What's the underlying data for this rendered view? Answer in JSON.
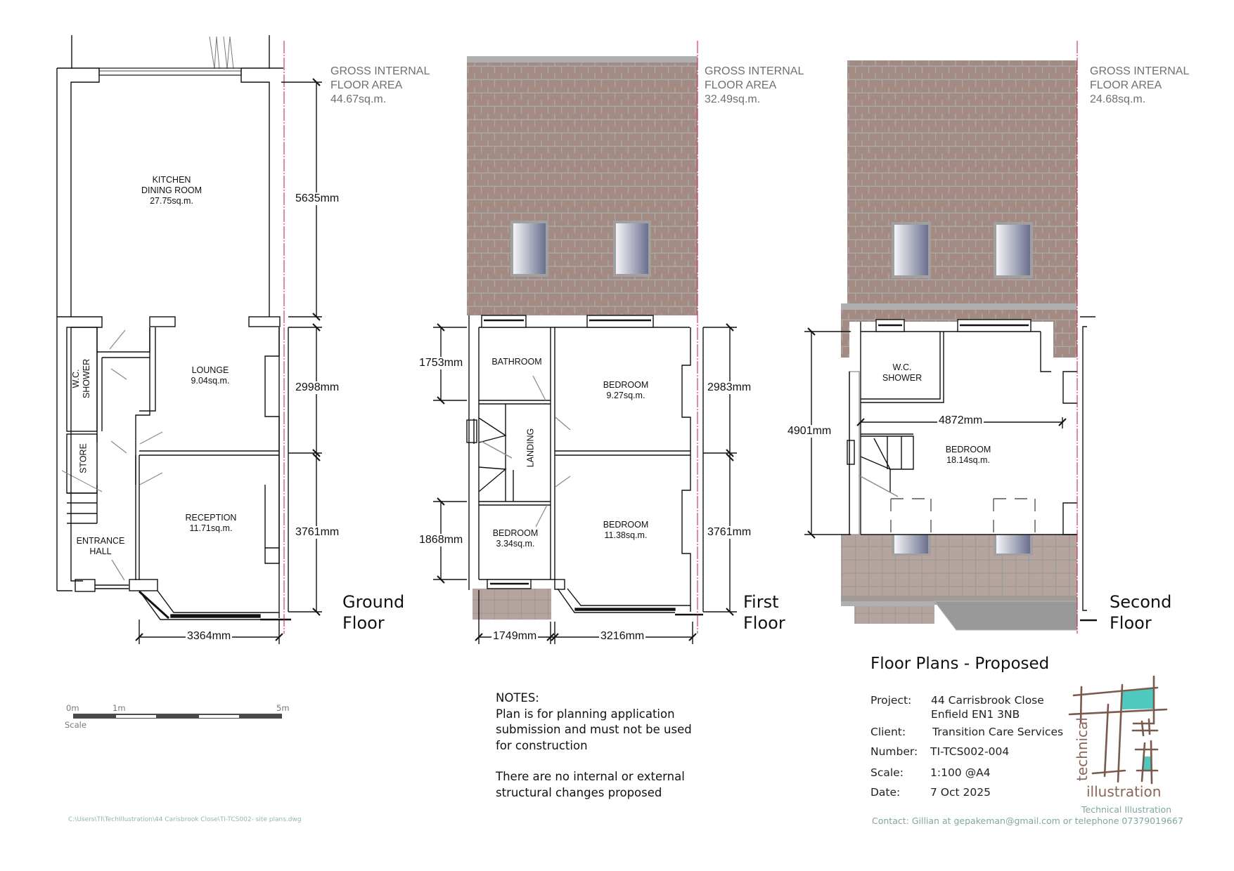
{
  "drawing": {
    "title": "Floor Plans - Proposed",
    "file_path": "C:\\Users\\TI\\TechIllustration\\44 Carisbrook Close\\TI-TCS002- site plans.dwg"
  },
  "gia": {
    "heading_line1": "GROSS INTERNAL",
    "heading_line2": "FLOOR AREA",
    "ground": "44.67sq.m.",
    "first": "32.49sq.m.",
    "second": "24.68sq.m."
  },
  "ground_floor": {
    "label_line1": "Ground",
    "label_line2": "Floor",
    "rooms": {
      "kitchen": {
        "line1": "KITCHEN",
        "line2": "DINING ROOM",
        "area": "27.75sq.m."
      },
      "lounge": {
        "line1": "LOUNGE",
        "area": "9.04sq.m."
      },
      "reception": {
        "line1": "RECEPTION",
        "area": "11.71sq.m."
      },
      "wc": {
        "line1": "W.C.",
        "line2": "SHOWER"
      },
      "store": {
        "line1": "STORE"
      },
      "hall": {
        "line1": "ENTRANCE",
        "line2": "HALL"
      }
    },
    "dims": {
      "kitchen_depth": "5635mm",
      "lounge_depth": "2998mm",
      "reception_depth": "3761mm",
      "width": "3364mm"
    }
  },
  "first_floor": {
    "label_line1": "First",
    "label_line2": "Floor",
    "rooms": {
      "bathroom": {
        "line1": "BATHROOM"
      },
      "landing": {
        "line1": "LANDING"
      },
      "bedroom_rear": {
        "line1": "BEDROOM",
        "area": "9.27sq.m."
      },
      "bedroom_small": {
        "line1": "BEDROOM",
        "area": "3.34sq.m."
      },
      "bedroom_front": {
        "line1": "BEDROOM",
        "area": "11.38sq.m."
      }
    },
    "dims": {
      "bathroom_depth": "1753mm",
      "small_bed_depth": "1868mm",
      "rear_bed_depth": "2983mm",
      "front_bed_depth": "3761mm",
      "left_width": "1749mm",
      "right_width": "3216mm"
    }
  },
  "second_floor": {
    "label_line1": "Second",
    "label_line2": "Floor",
    "rooms": {
      "wc": {
        "line1": "W.C.",
        "line2": "SHOWER"
      },
      "bedroom": {
        "line1": "BEDROOM",
        "area": "18.14sq.m."
      }
    },
    "dims": {
      "depth": "4901mm",
      "width": "4872mm"
    }
  },
  "scale_bar": {
    "label_0": "0m",
    "label_1": "1m",
    "label_5": "5m",
    "caption": "Scale"
  },
  "notes": {
    "heading": "NOTES:",
    "line1": "Plan is for planning application",
    "line2": "submission and must not be used",
    "line3": "for construction",
    "line4": "There are no internal or external",
    "line5": "structural changes proposed"
  },
  "title_block": {
    "project_label": "Project:",
    "project_line1": "44 Carrisbrook Close",
    "project_line2": "Enfield EN1 3NB",
    "client_label": "Client:",
    "client": "Transition Care Services",
    "number_label": "Number:",
    "number": "TI-TCS002-004",
    "scale_label": "Scale:",
    "scale": "1:100 @A4",
    "date_label": "Date:",
    "date": "7 Oct 2025"
  },
  "logo": {
    "word1": "technical",
    "word2": "illustration",
    "caption": "Technical Illustration",
    "contact": "Contact: Gillian at gepakeman@gmail.com or telephone 07379019667"
  },
  "colors": {
    "roof_tile": "#a38a82",
    "roof_mortar": "#a3a3a3",
    "boundary_line": "#c8104a",
    "logo_brown": "#7a5a4f",
    "logo_teal": "#4fc9bd",
    "contact_text": "#7fa6a2"
  }
}
